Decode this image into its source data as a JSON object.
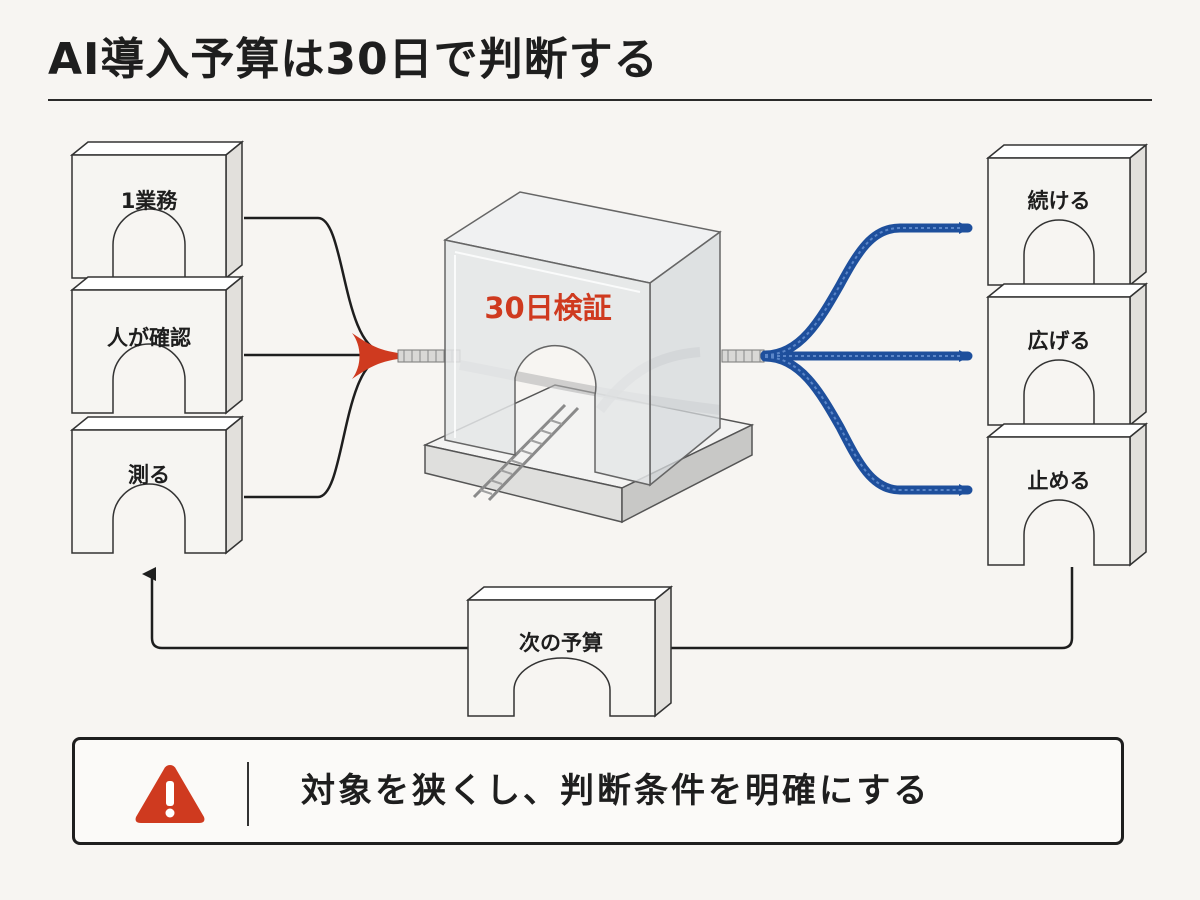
{
  "title": "AI導入予算は30日で判断する",
  "inputs": [
    {
      "label": "1業務"
    },
    {
      "label": "人が確認"
    },
    {
      "label": "測る"
    }
  ],
  "center": {
    "label": "30日検証"
  },
  "outcomes": [
    {
      "label": "続ける"
    },
    {
      "label": "広げる"
    },
    {
      "label": "止める"
    }
  ],
  "loop": {
    "label": "次の予算"
  },
  "warning": {
    "text": "対象を狭くし、判断条件を明確にする",
    "icon": "warning-triangle-icon"
  },
  "colors": {
    "accent_red": "#cf3a1f",
    "accent_blue": "#1e4f9c",
    "line": "#1e1e1e"
  }
}
